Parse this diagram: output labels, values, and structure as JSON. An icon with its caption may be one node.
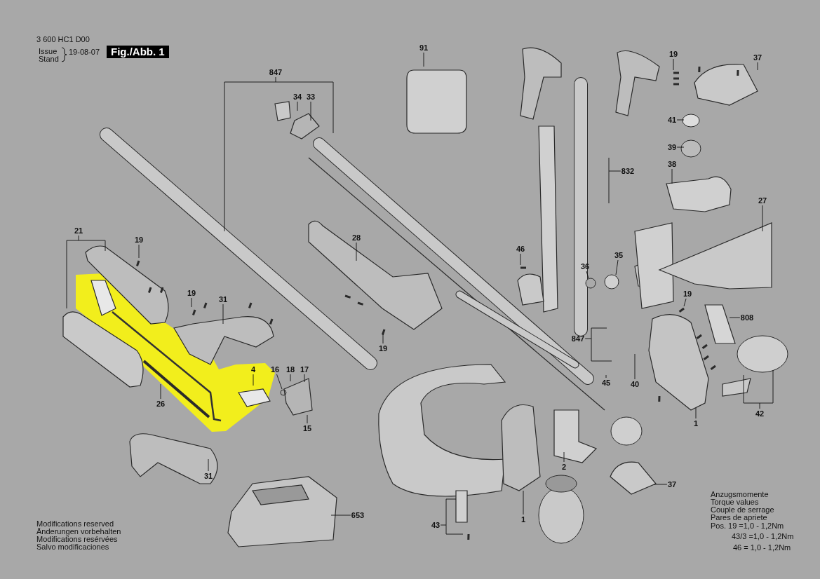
{
  "diagram": {
    "nodes": [
      {
        "text": [
          "91"
        ]
      },
      {
        "text": [
          "847"
        ]
      },
      {
        "text": [
          "34"
        ]
      },
      {
        "text": [
          "33"
        ]
      },
      {
        "text": [
          "19"
        ]
      },
      {
        "text": [
          "37"
        ]
      },
      {
        "text": [
          "41"
        ]
      },
      {
        "text": [
          "39"
        ]
      },
      {
        "text": [
          "38"
        ]
      },
      {
        "text": [
          "832"
        ]
      },
      {
        "text": [
          "27"
        ]
      },
      {
        "text": [
          "21"
        ]
      },
      {
        "text": [
          "19"
        ]
      },
      {
        "text": [
          "28"
        ]
      },
      {
        "text": [
          "46"
        ]
      },
      {
        "text": [
          "35"
        ]
      },
      {
        "text": [
          "36"
        ]
      },
      {
        "text": [
          "19"
        ]
      },
      {
        "text": [
          "31"
        ]
      },
      {
        "text": [
          "19"
        ]
      },
      {
        "text": [
          "808"
        ]
      },
      {
        "text": [
          "847"
        ]
      },
      {
        "text": [
          "19"
        ]
      },
      {
        "text": [
          "4"
        ]
      },
      {
        "text": [
          "16"
        ]
      },
      {
        "text": [
          "18"
        ]
      },
      {
        "text": [
          "17"
        ]
      },
      {
        "text": [
          "45"
        ]
      },
      {
        "text": [
          "40"
        ]
      },
      {
        "text": [
          "26"
        ]
      },
      {
        "text": [
          "15"
        ]
      },
      {
        "text": [
          "42"
        ]
      },
      {
        "text": [
          "1"
        ]
      },
      {
        "text": [
          "2"
        ]
      },
      {
        "text": [
          "31"
        ]
      },
      {
        "text": [
          "37"
        ]
      },
      {
        "text": [
          "653"
        ]
      },
      {
        "text": [
          "43"
        ]
      },
      {
        "text": [
          "1"
        ]
      }
    ],
    "edges": [
      {
        "from": 0,
        "to": null,
        "arrow": "none"
      },
      {
        "from": 1,
        "to": null,
        "arrow": "none"
      },
      {
        "from": 2,
        "to": null,
        "arrow": "none"
      },
      {
        "from": 3,
        "to": null,
        "arrow": "none"
      },
      {
        "from": 4,
        "to": null,
        "arrow": "none"
      },
      {
        "from": 5,
        "to": null,
        "arrow": "none"
      },
      {
        "from": 6,
        "to": null,
        "arrow": "none"
      },
      {
        "from": 7,
        "to": null,
        "arrow": "none"
      },
      {
        "from": 8,
        "to": null,
        "arrow": "none"
      },
      {
        "from": 9,
        "to": null,
        "arrow": "none"
      },
      {
        "from": 10,
        "to": null,
        "arrow": "none"
      },
      {
        "from": 11,
        "to": null,
        "arrow": "none"
      },
      {
        "from": 12,
        "to": null,
        "arrow": "none"
      },
      {
        "from": 13,
        "to": null,
        "arrow": "none"
      },
      {
        "from": 14,
        "to": null,
        "arrow": "none"
      },
      {
        "from": 15,
        "to": null,
        "arrow": "none"
      },
      {
        "from": 16,
        "to": null,
        "arrow": "none"
      },
      {
        "from": 17,
        "to": null,
        "arrow": "none"
      },
      {
        "from": 18,
        "to": null,
        "arrow": "none"
      },
      {
        "from": 19,
        "to": null,
        "arrow": "none"
      },
      {
        "from": 20,
        "to": null,
        "arrow": "none"
      },
      {
        "from": 21,
        "to": null,
        "arrow": "none"
      },
      {
        "from": 22,
        "to": null,
        "arrow": "none"
      },
      {
        "from": 23,
        "to": null,
        "arrow": "none"
      },
      {
        "from": 24,
        "to": null,
        "arrow": "none"
      },
      {
        "from": 25,
        "to": null,
        "arrow": "none"
      },
      {
        "from": 26,
        "to": null,
        "arrow": "none"
      },
      {
        "from": 27,
        "to": null,
        "arrow": "none"
      },
      {
        "from": 28,
        "to": null,
        "arrow": "none"
      },
      {
        "from": 29,
        "to": null,
        "arrow": "none"
      },
      {
        "from": 30,
        "to": null,
        "arrow": "none"
      },
      {
        "from": 31,
        "to": null,
        "arrow": "none"
      },
      {
        "from": 32,
        "to": null,
        "arrow": "none"
      },
      {
        "from": 33,
        "to": null,
        "arrow": "none"
      },
      {
        "from": 34,
        "to": null,
        "arrow": "none"
      },
      {
        "from": 35,
        "to": null,
        "arrow": "none"
      },
      {
        "from": 36,
        "to": null,
        "arrow": "none"
      },
      {
        "from": 37,
        "to": null,
        "arrow": "none"
      },
      {
        "from": 38,
        "to": null,
        "arrow": "none"
      }
    ],
    "labels": [
      "3 600 HC1 D00",
      "Issue",
      "Stand",
      "19-08-07",
      "Fig./Abb. 1",
      "Modifications reserved",
      "Änderungen vorbehalten",
      "Modifications resérvées",
      "Salvo modificaciones",
      "Anzugsmomente",
      "Torque values",
      "Couple de serrage",
      "Pares de apriete",
      "Pos. 19 =1,0 - 1,2Nm",
      "43/3 =1,0 - 1,2Nm",
      "46 = 1,0 - 1,2Nm"
    ]
  }
}
